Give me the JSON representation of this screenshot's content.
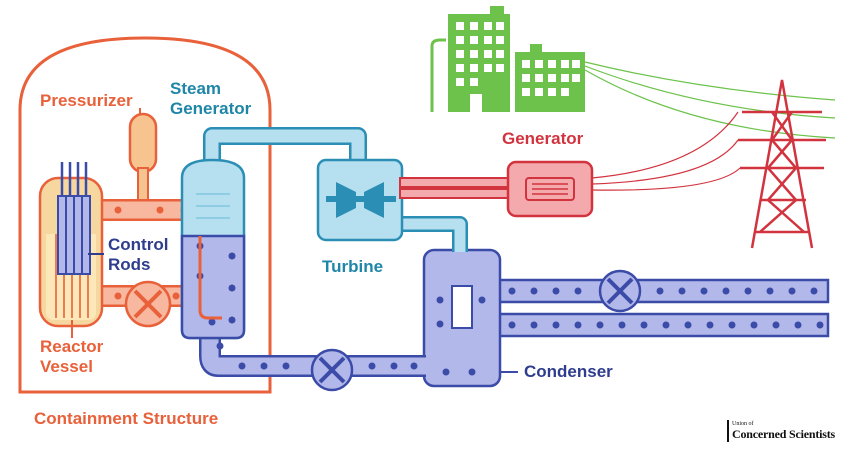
{
  "labels": {
    "pressurizer": "Pressurizer",
    "steam_generator_line1": "Steam",
    "steam_generator_line2": "Generator",
    "control_rods_line1": "Control",
    "control_rods_line2": "Rods",
    "reactor_vessel_line1": "Reactor",
    "reactor_vessel_line2": "Vessel",
    "containment_structure": "Containment Structure",
    "turbine": "Turbine",
    "generator": "Generator",
    "condenser": "Condenser"
  },
  "logo": {
    "line1": "Union of",
    "line2": "Concerned Scientists"
  },
  "colors": {
    "primary_loop": "#e8613a",
    "primary_fill": "#f7b89f",
    "steam": "#2b8fb5",
    "steam_fill": "#b6e0f0",
    "water": "#3b4ba8",
    "water_fill": "#b3b8ea",
    "electric": "#d2343f",
    "buildings": "#6cc24a"
  }
}
